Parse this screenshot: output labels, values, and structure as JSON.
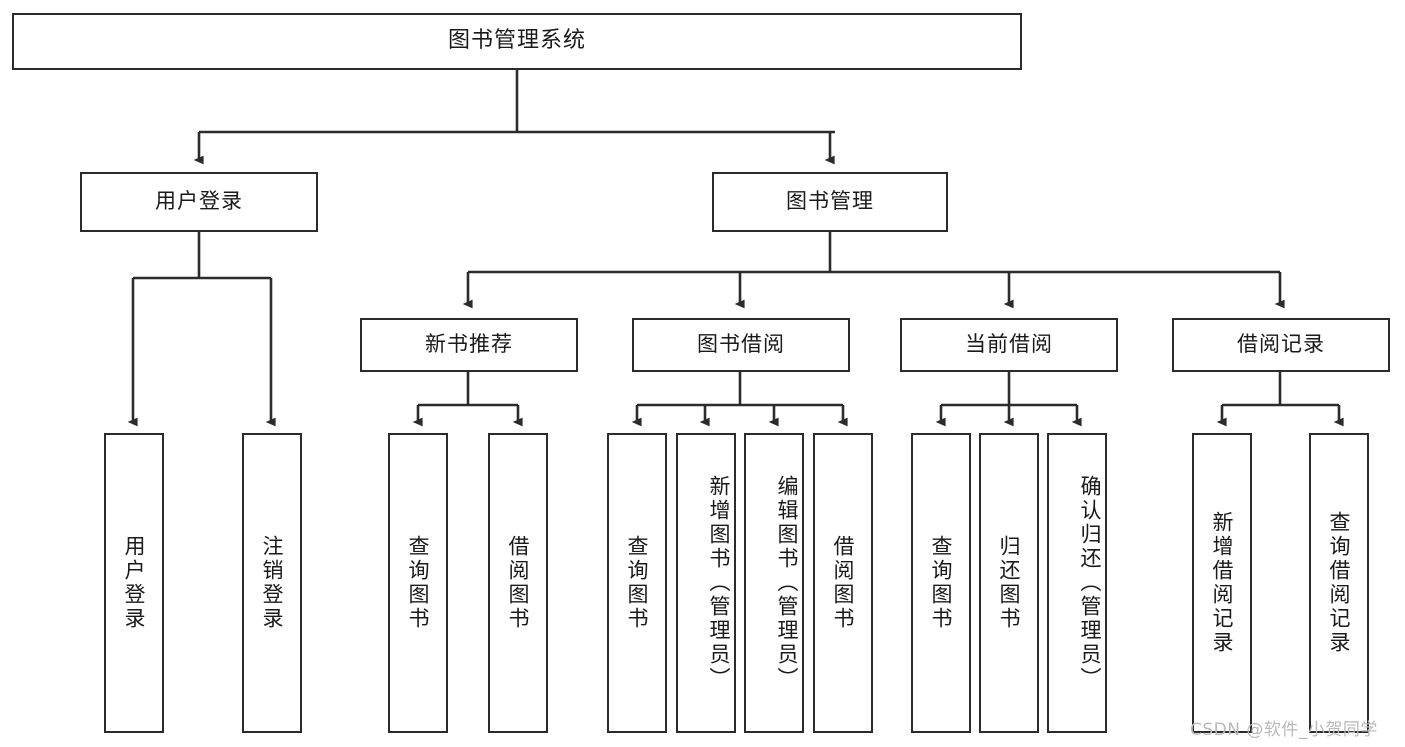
{
  "diagram": {
    "title": "图书管理系统",
    "watermark": "CSDN @软件_小贺同学",
    "line_color": "#2b2b2b",
    "box_fill": "#ffffff",
    "text_color": "#1a1a1a"
  },
  "nodes": {
    "root": {
      "label": "图书管理系统"
    },
    "level2": [
      {
        "label": "用户登录"
      },
      {
        "label": "图书管理"
      }
    ],
    "level3": [
      {
        "label": "新书推荐"
      },
      {
        "label": "图书借阅"
      },
      {
        "label": "当前借阅"
      },
      {
        "label": "借阅记录"
      }
    ],
    "leaves": {
      "user_login": [
        {
          "label": "用户登录"
        },
        {
          "label": "注销登录"
        }
      ],
      "new_book": [
        {
          "label": "查询图书"
        },
        {
          "label": "借阅图书"
        }
      ],
      "book_borrow": [
        {
          "label": "查询图书"
        },
        {
          "label": "新增图书（管理员）"
        },
        {
          "label": "编辑图书（管理员）"
        },
        {
          "label": "借阅图书"
        }
      ],
      "current_borrow": [
        {
          "label": "查询图书"
        },
        {
          "label": "归还图书"
        },
        {
          "label": "确认归还（管理员）"
        }
      ],
      "borrow_record": [
        {
          "label": "新增借阅记录"
        },
        {
          "label": "查询借阅记录"
        }
      ]
    }
  }
}
